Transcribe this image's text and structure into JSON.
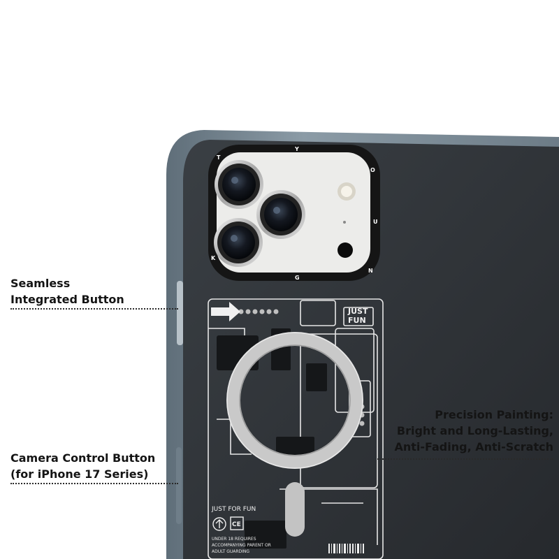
{
  "callouts": {
    "seamless_button": {
      "line1": "Seamless",
      "line2": "Integrated Button"
    },
    "camera_control": {
      "line1": "Camera Control Button",
      "line2": "(for iPhone 17 Series)"
    },
    "precision_painting": {
      "line1": "Precision Painting:",
      "line2": "Bright and Long-Lasting,",
      "line3": "Anti-Fading, Anti-Scratch"
    }
  },
  "case_print": {
    "badge_line1": "JUST",
    "badge_line2": "FUN",
    "tagline": "JUST FOR FUN",
    "ce_mark": "CE",
    "warning_line1": "UNDER 18 REQUIRES",
    "warning_line2": "ACCOMPANYING PARENT OR",
    "warning_line3": "ADULT GUARDING"
  },
  "camera_ring_letters": [
    "T",
    "Y",
    "O",
    "U",
    "N",
    "G",
    "K"
  ],
  "colors": {
    "case_frame": "#7a8a96",
    "case_back": "#2b2f33",
    "camera_ring": "#151515",
    "lens_plate": "#ececea",
    "magsafe_ring": "#c9c9c9",
    "circuit_lines": "#e6e6e6",
    "callout_text": "#141414"
  },
  "icons": [
    "arrow-right-icon",
    "up-arrow-circle-icon",
    "barcode-icon"
  ]
}
